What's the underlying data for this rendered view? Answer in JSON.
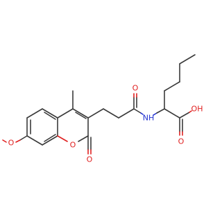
{
  "molecule": {
    "atoms": {
      "methoxy_o": "O",
      "ring_o": "O",
      "lactone_o": "O",
      "amide_o": "O",
      "amide_nh": "NH",
      "acid_oh": "OH",
      "acid_o": "O"
    },
    "colors": {
      "bond": "#3a3a3a",
      "oxygen": "#e02020",
      "nitrogen": "#2030d0"
    }
  }
}
